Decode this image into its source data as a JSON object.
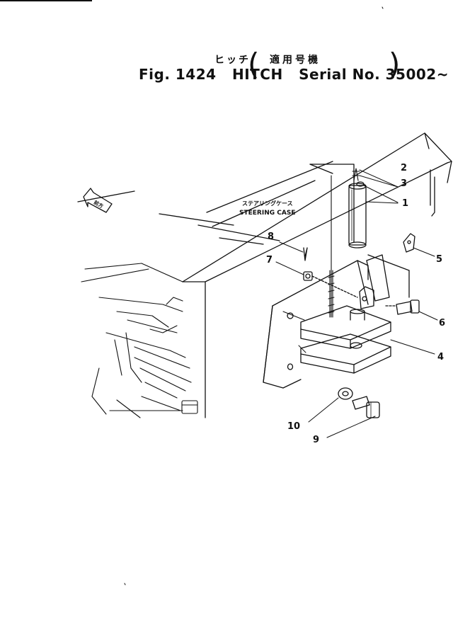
{
  "header": {
    "title_jp": "ヒッチ",
    "applicable_jp": "適用号機",
    "fig_label": "Fig. 1424",
    "title_en": "HITCH",
    "serial": "Serial No. 35002~"
  },
  "labels": {
    "steering_case_jp": "ステアリングケース",
    "steering_case_en": "STEERING CASE",
    "arrow_jp": "前方"
  },
  "callouts": [
    "1",
    "2",
    "3",
    "4",
    "5",
    "6",
    "7",
    "8",
    "9",
    "10"
  ]
}
